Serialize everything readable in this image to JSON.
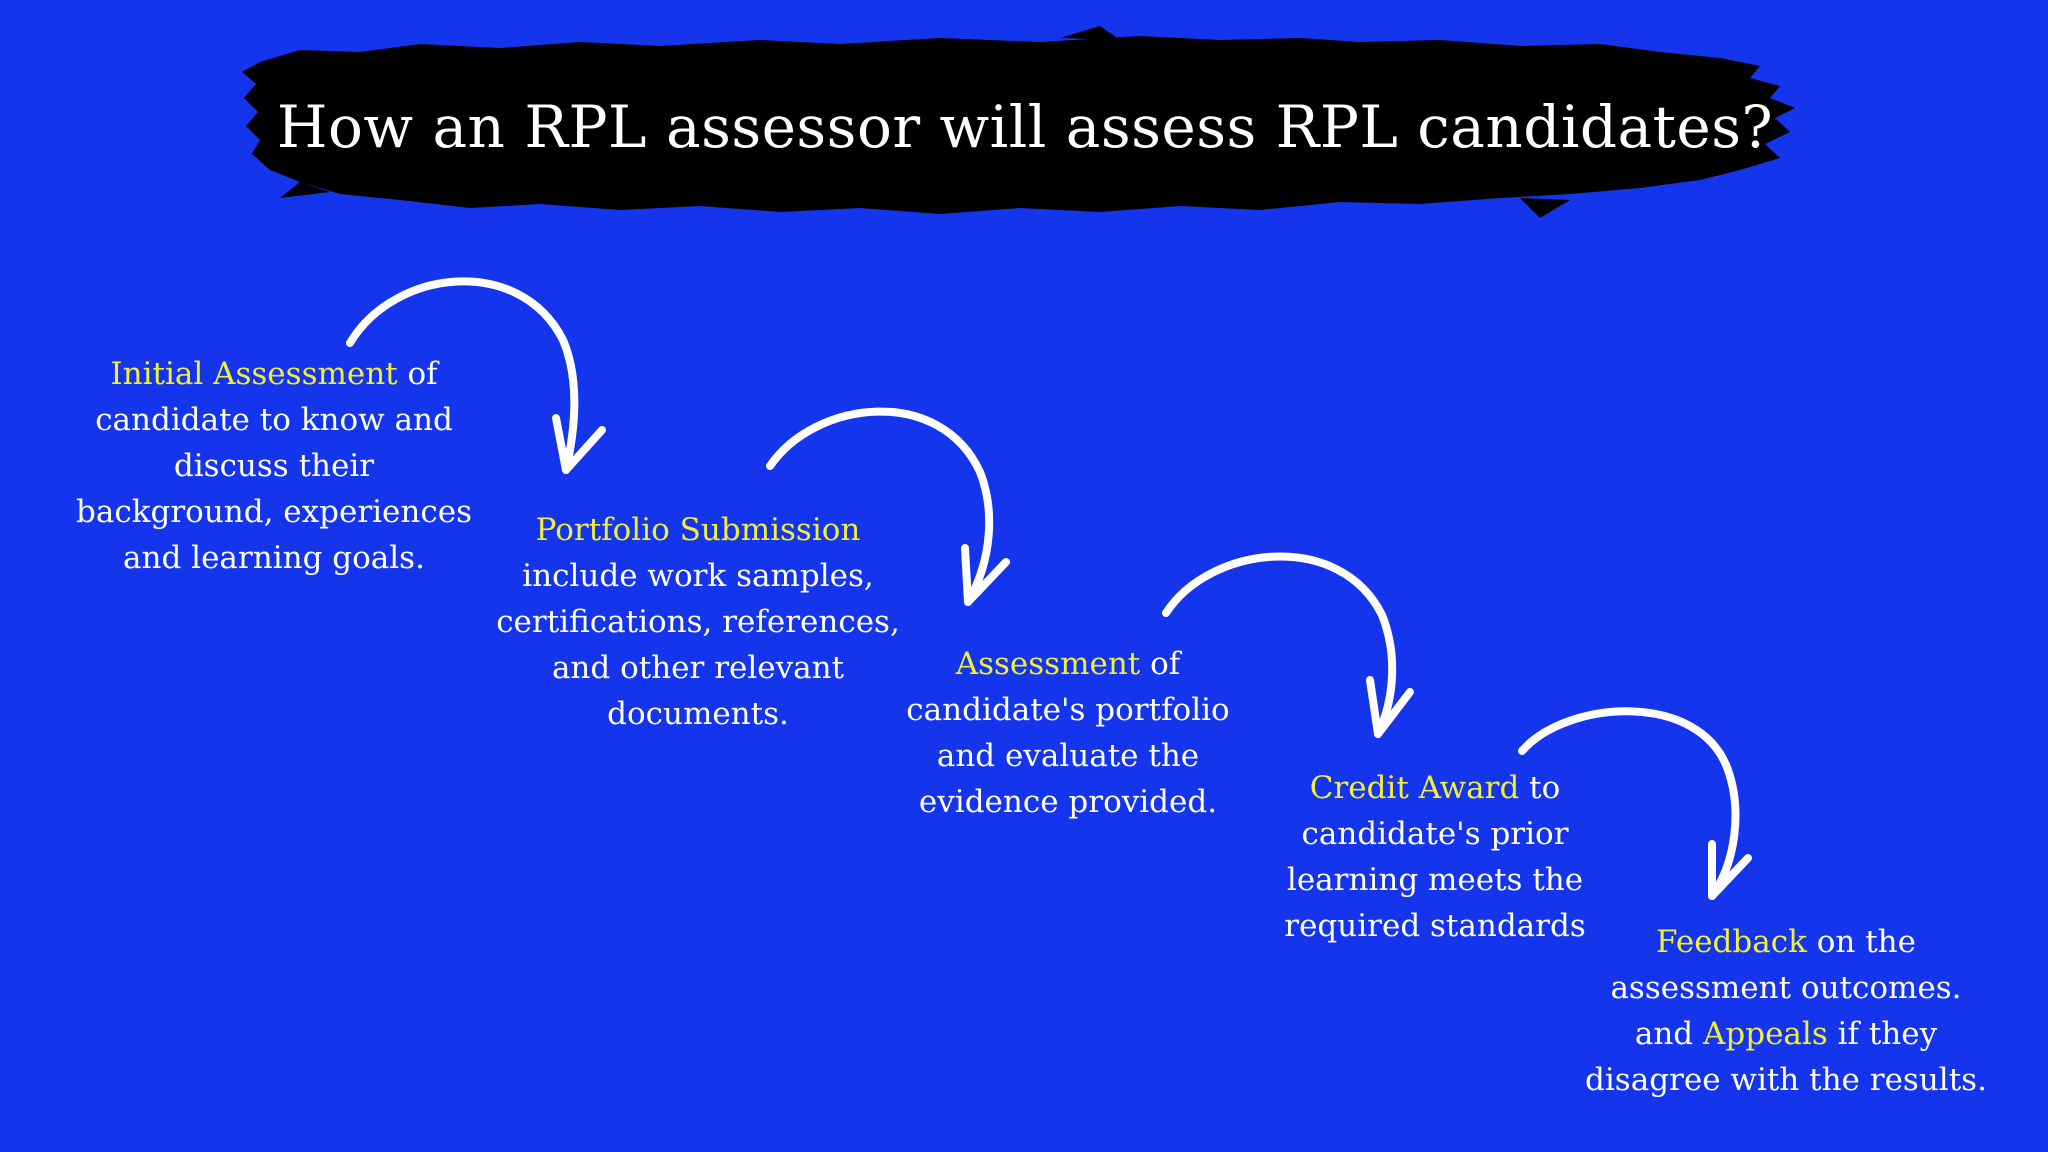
{
  "title": "How an RPL assessor will assess RPL candidates?",
  "colors": {
    "background": "#1535EC",
    "highlight": "#F2EE3C",
    "text": "#FFFFFF",
    "banner": "#000000"
  },
  "steps": [
    {
      "highlight": "Initial Assessment",
      "rest": " of",
      "lines": [
        "candidate to know and",
        "discuss their",
        "background, experiences",
        "and learning goals."
      ]
    },
    {
      "highlight": "Portfolio Submission",
      "rest": "",
      "lines": [
        "include work samples,",
        "certifications, references,",
        "and other relevant",
        "documents."
      ]
    },
    {
      "highlight": "Assessment",
      "rest": " of",
      "lines": [
        "candidate's portfolio",
        "and evaluate the",
        "evidence provided."
      ]
    },
    {
      "highlight": "Credit Award",
      "rest": " to",
      "lines": [
        "candidate's prior",
        "learning meets the",
        "required standards"
      ]
    },
    {
      "highlight": "Feedback",
      "rest": " on the",
      "lines": [
        "assessment outcomes."
      ],
      "extra": {
        "pre": "and ",
        "highlight": "Appeals",
        "post": " if they"
      },
      "final": "disagree with the results."
    }
  ]
}
